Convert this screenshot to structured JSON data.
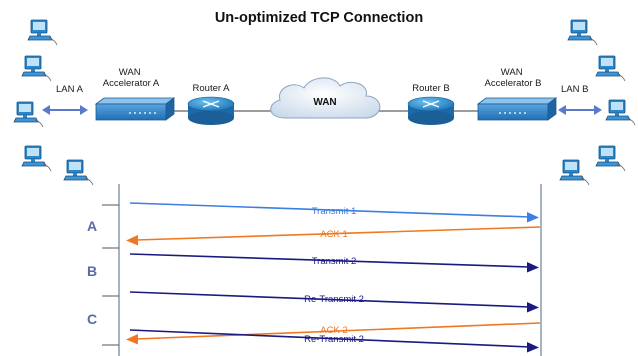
{
  "title": "Un-optimized TCP Connection",
  "network": {
    "lan_a": "LAN A",
    "lan_b": "LAN B",
    "accel_a": [
      "WAN",
      "Accelerator A"
    ],
    "accel_b": [
      "WAN",
      "Accelerator B"
    ],
    "router_a": "Router A",
    "router_b": "Router B",
    "wan": "WAN"
  },
  "phases": [
    "A",
    "B",
    "C"
  ],
  "messages": [
    {
      "label": "Transmit 1",
      "direction": "right",
      "color": "#3d7ee0"
    },
    {
      "label": "ACK 1",
      "direction": "left",
      "color": "#f07820"
    },
    {
      "label": "Transmit 2",
      "direction": "right",
      "color": "#1a1a80"
    },
    {
      "label": "Re-Transmit 2",
      "direction": "right",
      "color": "#1a1a80"
    },
    {
      "label": "ACK 2",
      "direction": "left",
      "color": "#f07820"
    },
    {
      "label": "Re-Transmit 2",
      "direction": "right",
      "color": "#1a1a80"
    }
  ],
  "colors": {
    "device_blue": "#2f7fc4",
    "router_blue": "#2b8cd0",
    "cloud": "#dfe9f4",
    "timeline": "#7f93a8",
    "phase_text": "#5a6aa8"
  }
}
